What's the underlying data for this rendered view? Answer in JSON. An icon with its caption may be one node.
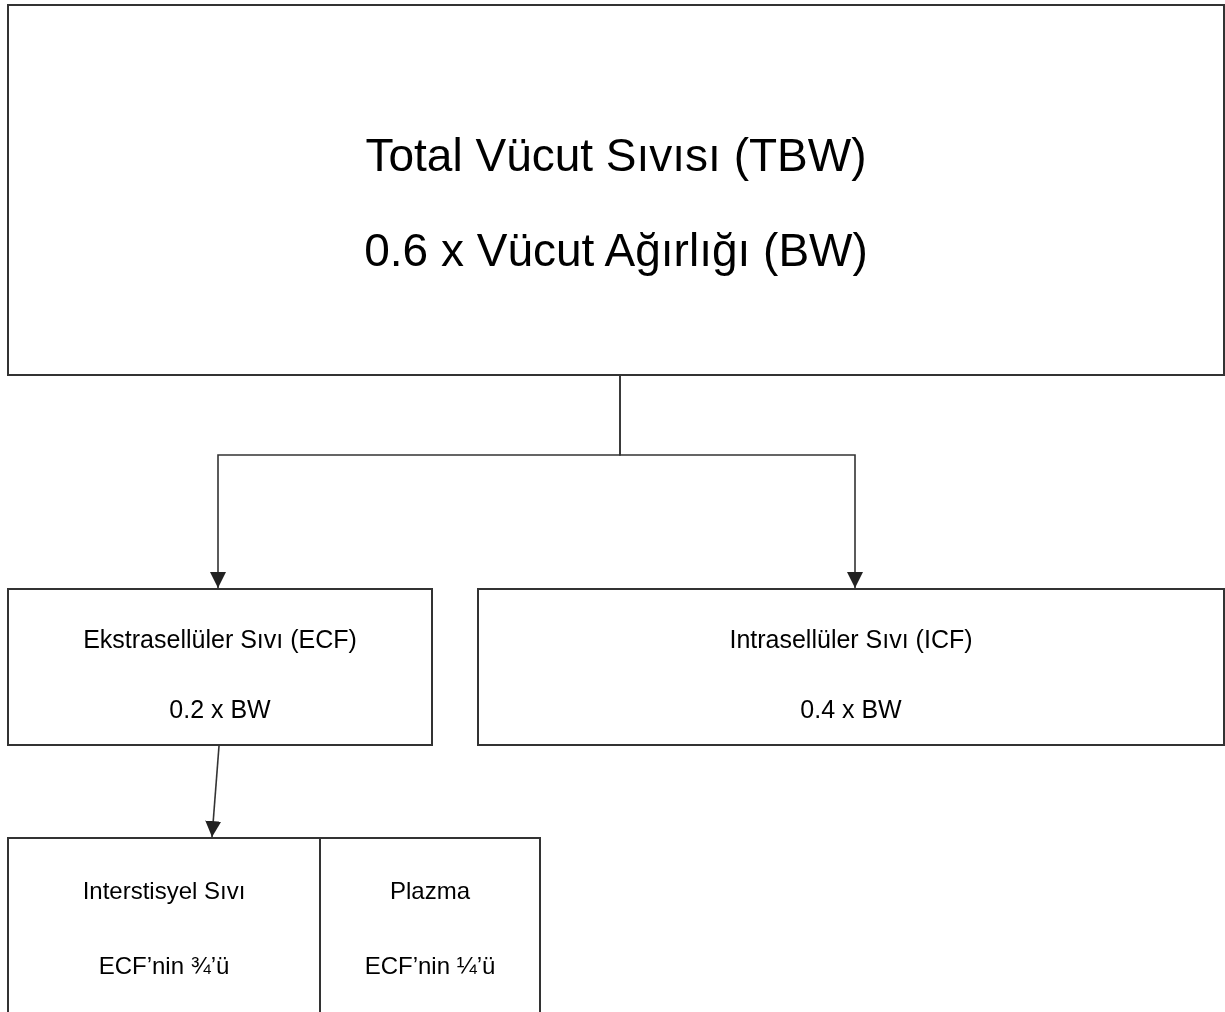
{
  "diagram": {
    "nodes": [
      {
        "text": [
          "Total Vücut Sıvısı (TBW)",
          "0.6 x Vücut Ağırlığı (BW)"
        ]
      },
      {
        "text": [
          "Ekstrasellüler Sıvı (ECF)",
          "0.2 x BW"
        ]
      },
      {
        "text": [
          "Intrasellüler Sıvı (ICF)",
          "0.4 x BW"
        ]
      },
      {
        "text": [],
        "shape": "box"
      },
      {
        "text": [
          "Interstisyel Sıvı",
          "ECF’nin ¾’ü"
        ],
        "in": 3
      },
      {
        "text": [
          "Plazma",
          "ECF’nin ¼’ü"
        ],
        "in": 3
      }
    ],
    "edges": [
      {
        "from": 0,
        "to": 1,
        "arrow": "to"
      },
      {
        "from": 0,
        "to": 2,
        "arrow": "to"
      },
      {
        "from": 1,
        "to": 3,
        "arrow": "to"
      }
    ]
  }
}
